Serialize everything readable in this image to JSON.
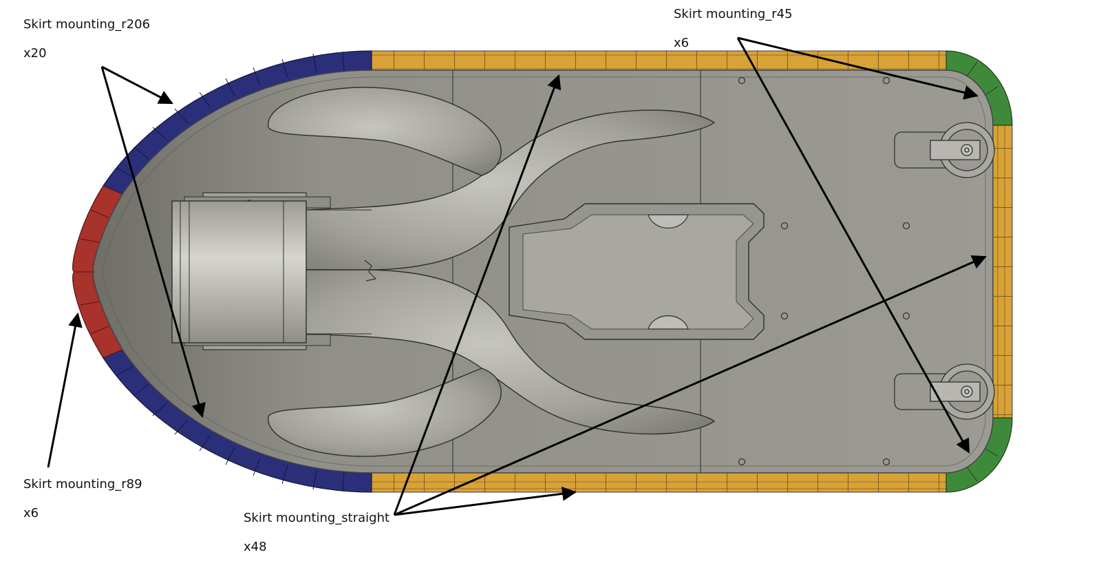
{
  "labels": {
    "r206": {
      "name": "Skirt mounting_r206",
      "qty": "x20"
    },
    "r45": {
      "name": "Skirt mounting_r45",
      "qty": "x6"
    },
    "r89": {
      "name": "Skirt mounting_r89",
      "qty": "x6"
    },
    "straight": {
      "name": "Skirt mounting_straight",
      "qty": "x48"
    }
  },
  "colors": {
    "r206": "#2b2f7a",
    "r89": "#a8322c",
    "r45": "#3f8a3a",
    "straight": "#d9a237",
    "hull": "#8e8d86",
    "arrow": "#000000"
  }
}
